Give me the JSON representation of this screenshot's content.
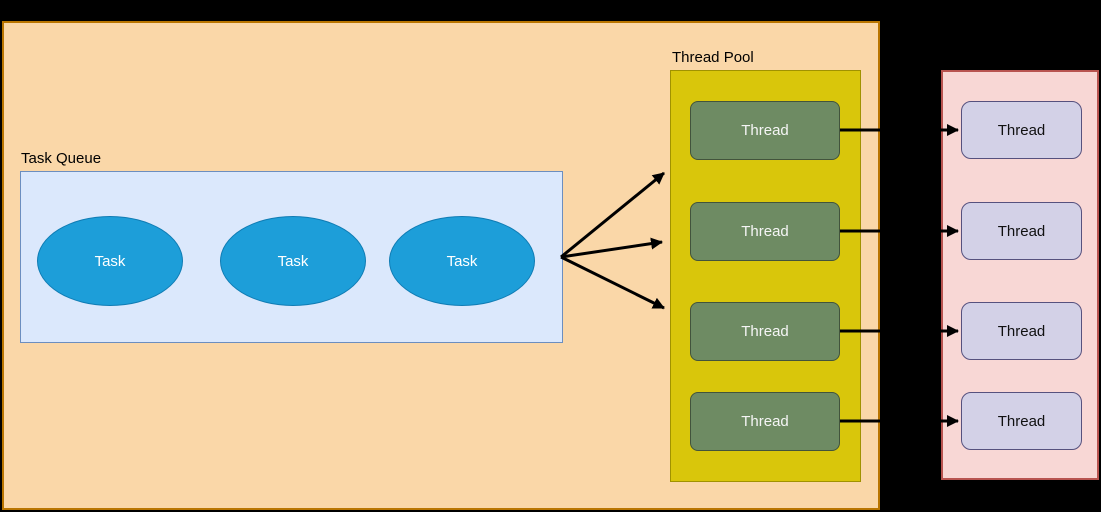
{
  "diagram": {
    "task_queue": {
      "title": "Task Queue",
      "tasks": [
        {
          "label": "Task"
        },
        {
          "label": "Task"
        },
        {
          "label": "Task"
        }
      ]
    },
    "thread_pool": {
      "title": "Thread Pool",
      "threads": [
        {
          "label": "Thread"
        },
        {
          "label": "Thread"
        },
        {
          "label": "Thread"
        },
        {
          "label": "Thread"
        }
      ]
    },
    "output_group": {
      "threads": [
        {
          "label": "Thread"
        },
        {
          "label": "Thread"
        },
        {
          "label": "Thread"
        },
        {
          "label": "Thread"
        }
      ]
    }
  },
  "colors": {
    "canvas_bg": "#000000",
    "container_fill": "#fad7a8",
    "container_stroke": "#b97500",
    "queue_fill": "#dbe8fc",
    "queue_stroke": "#6c8ebf",
    "task_fill": "#1d9ed9",
    "task_stroke": "#0f7cb4",
    "task_text": "#ffffff",
    "pool_fill": "#d9c60b",
    "pool_stroke": "#a09200",
    "pool_thread_fill": "#6e8b63",
    "pool_thread_stroke": "#42543c",
    "pool_thread_text": "#f5f5f5",
    "output_fill": "#f8d7d5",
    "output_stroke": "#b85450",
    "output_thread_fill": "#d3d1e7",
    "output_thread_stroke": "#56517e",
    "output_thread_text": "#111111",
    "arrow": "#000000",
    "label_text": "#000000"
  }
}
